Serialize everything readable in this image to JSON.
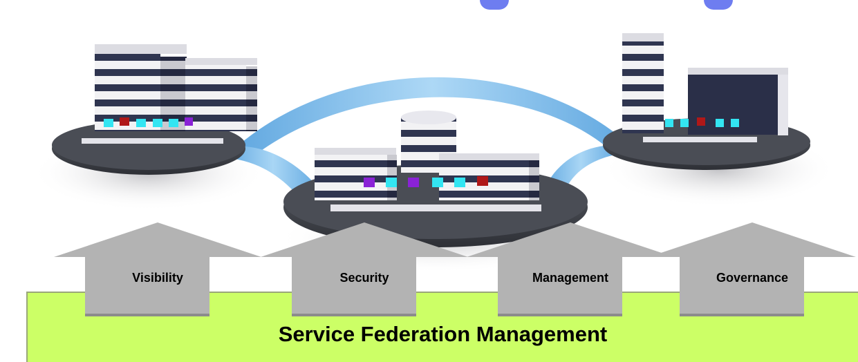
{
  "diagram": {
    "title": "Service Federation Management",
    "pillars": [
      {
        "label": "Visibility"
      },
      {
        "label": "Security"
      },
      {
        "label": "Management"
      },
      {
        "label": "Governance"
      }
    ],
    "colors": {
      "base_fill": "#ccff66",
      "arrow_fill": "#b3b3b3",
      "link_fill": "#8ec3ea",
      "platform_fill": "#3f4248",
      "building_stripe": "#2f3550",
      "node_cyan": "#33e5f2",
      "node_purple": "#8a22d6",
      "node_red": "#b01818"
    }
  }
}
